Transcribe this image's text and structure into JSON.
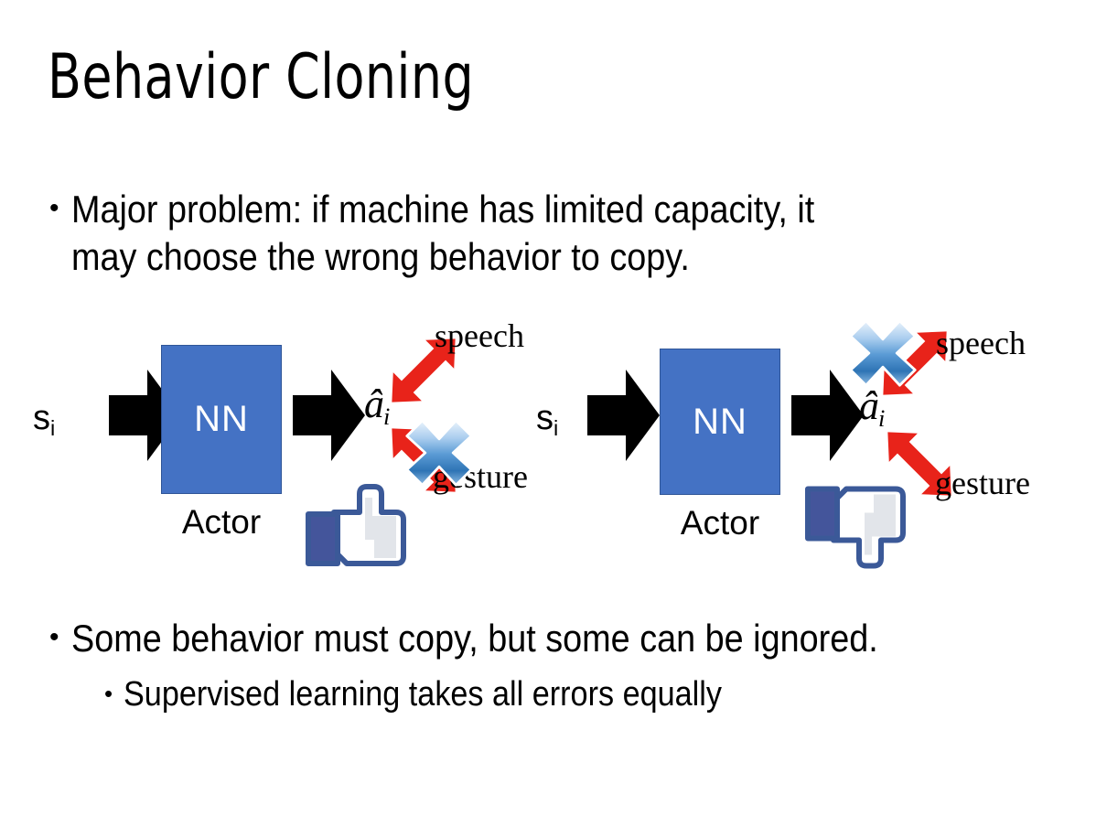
{
  "slide": {
    "title": "Behavior Cloning",
    "background_color": "#FFFFFF"
  },
  "bullets": {
    "top": {
      "marker": "•",
      "text": "Major problem: if machine has limited capacity, it\nmay choose the wrong behavior to copy."
    },
    "bottom": {
      "marker": "•",
      "text": "Some behavior must copy, but some can be ignored."
    },
    "sub": {
      "marker": "•",
      "text": "Supervised learning takes all errors equally"
    }
  },
  "colors": {
    "nn_box_fill": "#4472C4",
    "nn_box_border": "#2F5597",
    "arrow_black": "#000000",
    "arrow_red": "#E8231A",
    "cross_blue_light": "#CFE3F7",
    "cross_blue_dark": "#2E74B5",
    "thumb_blue": "#3B5998",
    "thumb_fill": "#FFFFFF",
    "thumb_shade": "#E2E5EA"
  },
  "diagrams": [
    {
      "id": "left",
      "state_label": "s",
      "state_subscript": "i",
      "box_label": "NN",
      "caption": "Actor",
      "action_label": "â",
      "action_subscript": "i",
      "branches": [
        {
          "name": "speech",
          "label": "speech",
          "crossed_out": false
        },
        {
          "name": "gesture",
          "label": "gesture",
          "crossed_out": true
        }
      ],
      "verdict_icon": "thumbs-up-icon",
      "verdict": "positive"
    },
    {
      "id": "right",
      "state_label": "s",
      "state_subscript": "i",
      "box_label": "NN",
      "caption": "Actor",
      "action_label": "â",
      "action_subscript": "i",
      "branches": [
        {
          "name": "speech",
          "label": "speech",
          "crossed_out": true
        },
        {
          "name": "gesture",
          "label": "gesture",
          "crossed_out": false
        }
      ],
      "verdict_icon": "thumbs-down-icon",
      "verdict": "negative"
    }
  ]
}
